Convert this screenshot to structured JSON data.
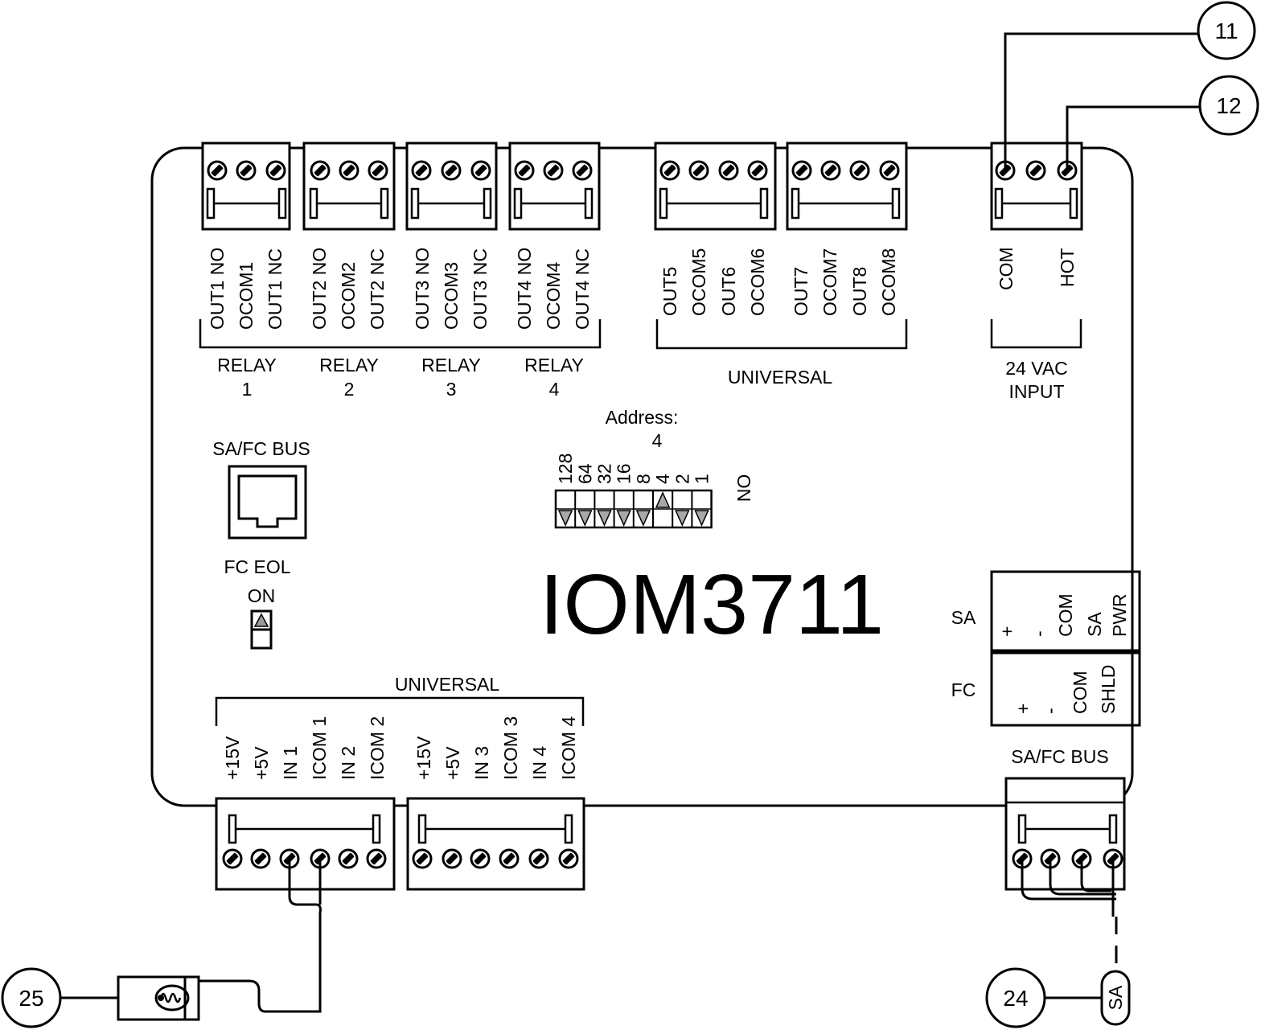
{
  "model": "IOM3711",
  "relays": [
    {
      "terminals": [
        "OUT1 NO",
        "OCOM1",
        "OUT1 NC"
      ],
      "label_line1": "RELAY",
      "label_line2": "1"
    },
    {
      "terminals": [
        "OUT2 NO",
        "OCOM2",
        "OUT2 NC"
      ],
      "label_line1": "RELAY",
      "label_line2": "2"
    },
    {
      "terminals": [
        "OUT3 NO",
        "OCOM3",
        "OUT3 NC"
      ],
      "label_line1": "RELAY",
      "label_line2": "3"
    },
    {
      "terminals": [
        "OUT4 NO",
        "OCOM4",
        "OUT4 NC"
      ],
      "label_line1": "RELAY",
      "label_line2": "4"
    }
  ],
  "universal_outputs": {
    "terminals": [
      "OUT5",
      "OCOM5",
      "OUT6",
      "OCOM6",
      "OUT7",
      "OCOM7",
      "OUT8",
      "OCOM8"
    ],
    "label": "UNIVERSAL"
  },
  "power_input": {
    "terminals": [
      "COM",
      "HOT"
    ],
    "label_line1": "24 VAC",
    "label_line2": "INPUT"
  },
  "address": {
    "label": "Address:",
    "value": "4",
    "switch_labels": [
      "128",
      "64",
      "32",
      "16",
      "8",
      "4",
      "2",
      "1"
    ],
    "on_label": "ON",
    "switch_states": [
      false,
      false,
      false,
      false,
      false,
      true,
      false,
      false
    ]
  },
  "safc_bus_port": {
    "label": "SA/FC BUS"
  },
  "fc_eol": {
    "label": "FC EOL",
    "on_label": "ON",
    "state": true
  },
  "sa_port": {
    "label": "SA",
    "terminals": [
      "+",
      "-",
      "COM",
      "SA",
      "PWR"
    ]
  },
  "fc_port": {
    "label": "FC",
    "terminals": [
      "+",
      "-",
      "COM",
      "SHLD"
    ]
  },
  "universal_inputs": {
    "label": "UNIVERSAL",
    "terminals": [
      "+15V",
      "+5V",
      "IN 1",
      "ICOM 1",
      "IN 2",
      "ICOM 2",
      "+15V",
      "+5V",
      "IN 3",
      "ICOM 3",
      "IN 4",
      "ICOM 4"
    ]
  },
  "bus_terminal": {
    "label": "SA/FC BUS"
  },
  "callouts": [
    "11",
    "12",
    "25",
    "24"
  ],
  "sa_tag": "SA"
}
